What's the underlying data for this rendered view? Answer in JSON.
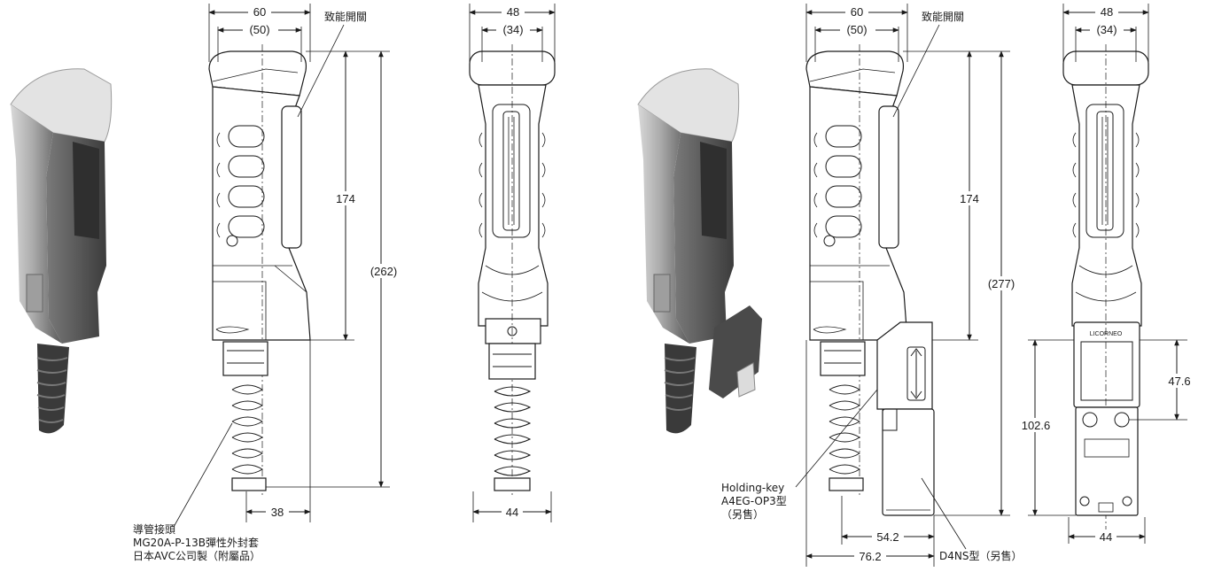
{
  "dimensions": {
    "left_drawing": {
      "width_total": "60",
      "width_inner": "(50)",
      "height_upper": "174",
      "height_total": "(262)",
      "conduit_width": "38",
      "front_width": "48",
      "front_inner": "(34)",
      "front_bottom": "44"
    },
    "right_drawing": {
      "width_total": "60",
      "width_inner": "(50)",
      "height_upper": "174",
      "height_total": "(277)",
      "key_offset": "54.2",
      "overall_depth": "76.2",
      "front_width": "48",
      "front_inner": "(34)",
      "switch_height": "102.6",
      "mount_pitch": "47.6",
      "front_bottom": "44"
    }
  },
  "labels": {
    "enable_switch_left": "致能開關",
    "enable_switch_right": "致能開關",
    "conduit_line1": "導管接頭",
    "conduit_line2": "MG20A-P-13B彈性外封套",
    "conduit_line3": "日本AVC公司製（附屬品）",
    "holding_key_line1": "Holding-key",
    "holding_key_line2": "A4EG-OP3型",
    "holding_key_line3": "（另售）",
    "d4ns": "D4NS型（另售）",
    "switch_brand": "LICORNEO"
  }
}
